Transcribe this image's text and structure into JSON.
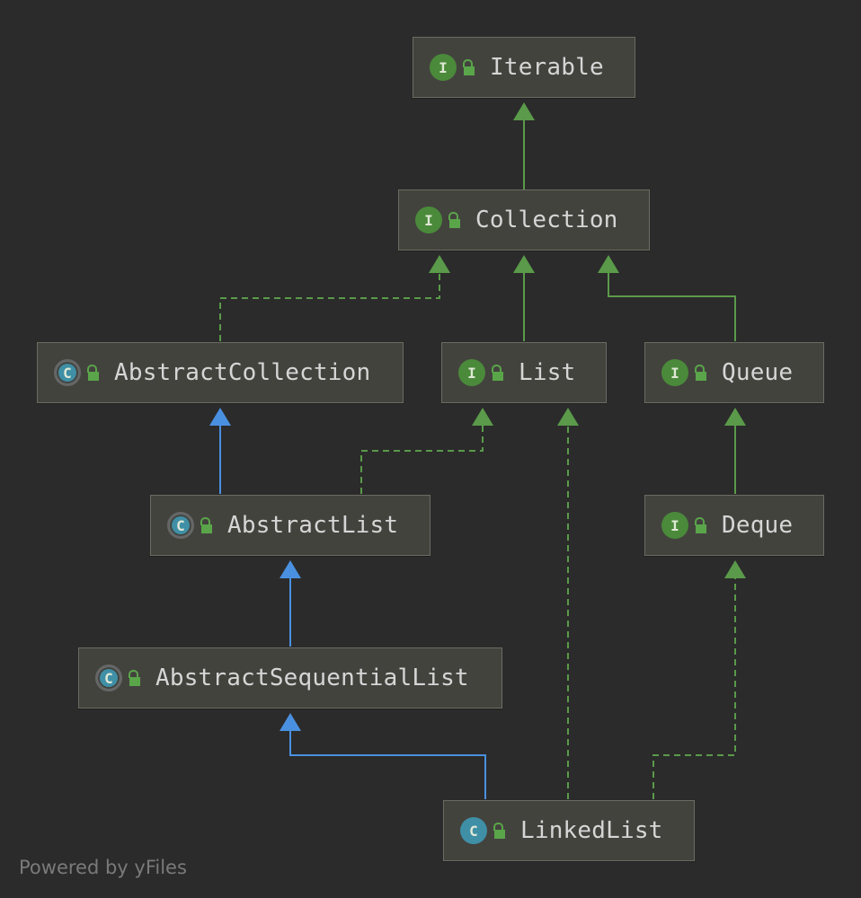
{
  "nodes": {
    "iterable": {
      "name": "Iterable",
      "kind": "interface",
      "kind_glyph": "I"
    },
    "collection": {
      "name": "Collection",
      "kind": "interface",
      "kind_glyph": "I"
    },
    "abstract_collection": {
      "name": "AbstractCollection",
      "kind": "abstract-class",
      "kind_glyph": "C"
    },
    "list": {
      "name": "List",
      "kind": "interface",
      "kind_glyph": "I"
    },
    "queue": {
      "name": "Queue",
      "kind": "interface",
      "kind_glyph": "I"
    },
    "abstract_list": {
      "name": "AbstractList",
      "kind": "abstract-class",
      "kind_glyph": "C"
    },
    "deque": {
      "name": "Deque",
      "kind": "interface",
      "kind_glyph": "I"
    },
    "abstract_sequential_list": {
      "name": "AbstractSequentialList",
      "kind": "abstract-class",
      "kind_glyph": "C"
    },
    "linked_list": {
      "name": "LinkedList",
      "kind": "class",
      "kind_glyph": "C"
    }
  },
  "edges": [
    {
      "from": "Collection",
      "to": "Iterable",
      "type": "interface-extends"
    },
    {
      "from": "AbstractCollection",
      "to": "Collection",
      "type": "implements"
    },
    {
      "from": "List",
      "to": "Collection",
      "type": "interface-extends"
    },
    {
      "from": "Queue",
      "to": "Collection",
      "type": "interface-extends"
    },
    {
      "from": "AbstractList",
      "to": "AbstractCollection",
      "type": "class-extends"
    },
    {
      "from": "AbstractList",
      "to": "List",
      "type": "implements"
    },
    {
      "from": "Deque",
      "to": "Queue",
      "type": "interface-extends"
    },
    {
      "from": "AbstractSequentialList",
      "to": "AbstractList",
      "type": "class-extends"
    },
    {
      "from": "LinkedList",
      "to": "AbstractSequentialList",
      "type": "class-extends"
    },
    {
      "from": "LinkedList",
      "to": "List",
      "type": "implements"
    },
    {
      "from": "LinkedList",
      "to": "Deque",
      "type": "implements"
    }
  ],
  "colors": {
    "background": "#2b2b2b",
    "node_fill": "#43433e",
    "interface_badge": "#4a8a3a",
    "class_badge": "#3f8fa6",
    "interface_edge": "#5a9a4a",
    "class_edge": "#4a90e0",
    "lock": "#5aa54a"
  },
  "icons": {
    "interface": "interface-badge-icon",
    "class": "class-badge-icon",
    "abstract_class": "abstract-class-badge-icon",
    "visibility": "lock-open-icon"
  },
  "footer": "Powered by yFiles"
}
